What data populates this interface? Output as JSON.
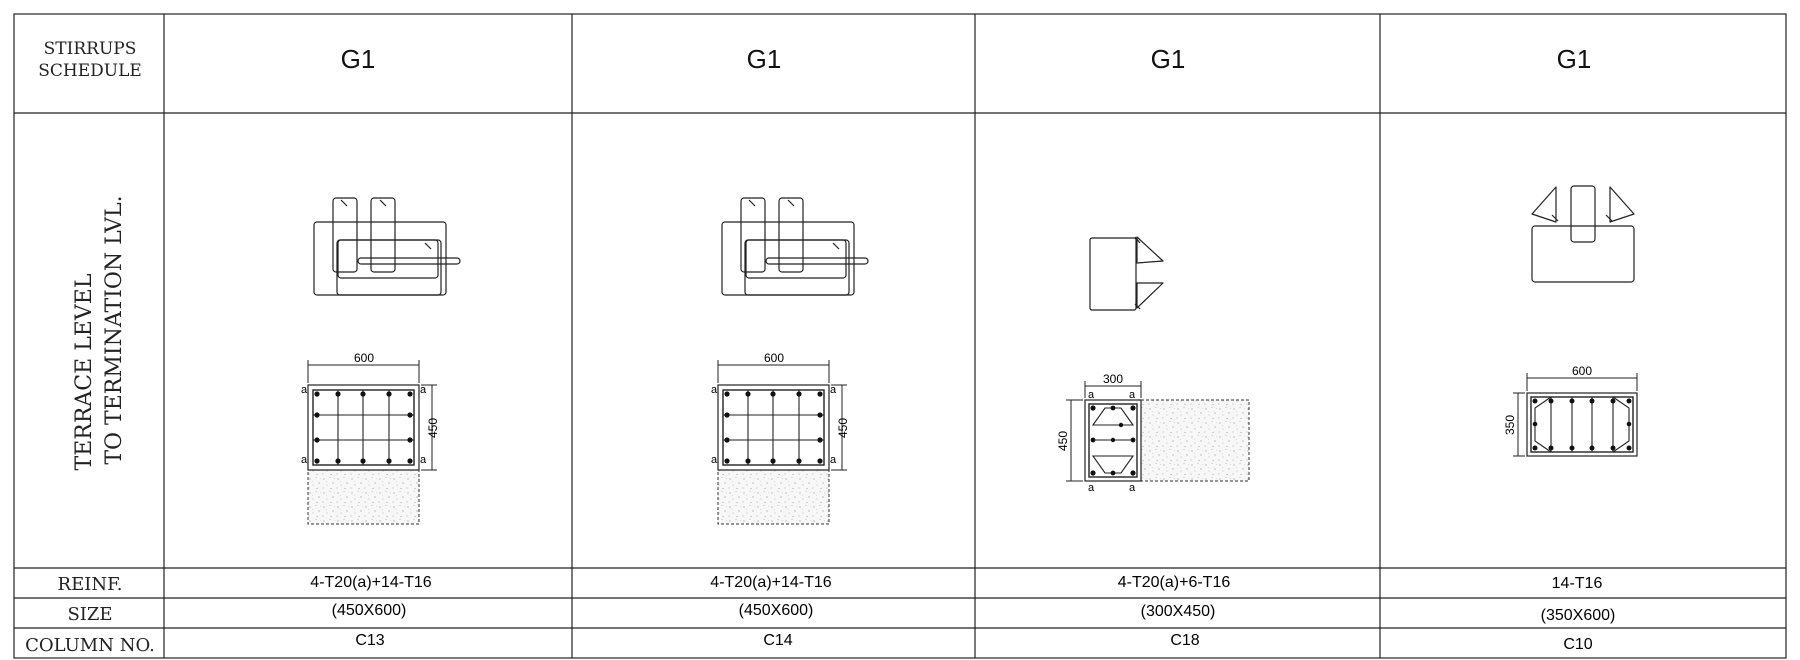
{
  "schedule": {
    "corner_line1": "STIRRUPS",
    "corner_line2": "SCHEDULE",
    "level_line1": "TERRACE LEVEL",
    "level_line2": "TO TERMINATION LVL.",
    "row_reinf": "REINF.",
    "row_size": "SIZE",
    "row_column": "COLUMN NO.",
    "cover_mark": "a",
    "columns": [
      {
        "beam": "G1",
        "reinf": "4-T20(a)+14-T16",
        "size": "(450X600)",
        "column_no": "C13",
        "dim_x": "600",
        "dim_y": "450"
      },
      {
        "beam": "G1",
        "reinf": "4-T20(a)+14-T16",
        "size": "(450X600)",
        "column_no": "C14",
        "dim_x": "600",
        "dim_y": "450"
      },
      {
        "beam": "G1",
        "reinf": "4-T20(a)+6-T16",
        "size": "(300X450)",
        "column_no": "C18",
        "dim_x": "300",
        "dim_y": "450"
      },
      {
        "beam": "G1",
        "reinf": "14-T16",
        "size": "(350X600)",
        "column_no": "C10",
        "dim_x": "600",
        "dim_y": "350"
      }
    ]
  }
}
